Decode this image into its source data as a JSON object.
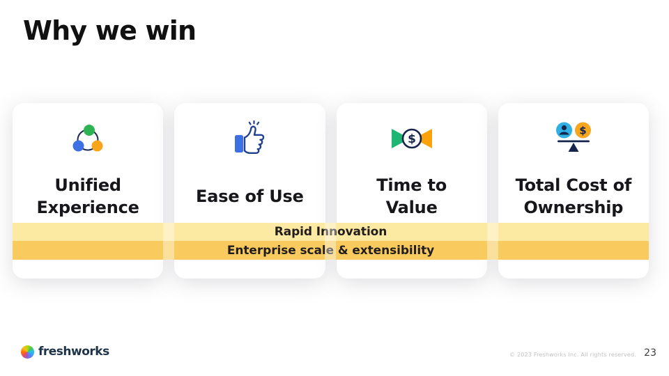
{
  "slide": {
    "title": "Why we win"
  },
  "cards": [
    {
      "title_lines": [
        "Unified",
        "Experience"
      ],
      "icon": "unified-experience-icon"
    },
    {
      "title_lines": [
        "Ease of Use"
      ],
      "icon": "thumbs-up-icon"
    },
    {
      "title_lines": [
        "Time to",
        "Value"
      ],
      "icon": "time-to-value-icon"
    },
    {
      "title_lines": [
        "Total Cost of",
        "Ownership"
      ],
      "icon": "balance-scale-icon"
    }
  ],
  "banners": [
    {
      "label": "Rapid Innovation",
      "background": "#FCE9A2"
    },
    {
      "label": "Enterprise scale & extensibility",
      "background": "#F9CB5F"
    }
  ],
  "footer": {
    "logo_text": "freshworks",
    "copyright": "© 2023 Freshworks Inc. All rights reserved.",
    "page_number": "23"
  },
  "colors": {
    "accent_green": "#2EB353",
    "accent_emerald": "#1FB573",
    "accent_blue": "#3D6FE5",
    "accent_sky_blue": "#2FAFE3",
    "accent_orange": "#F9A51A",
    "accent_navy": "#15254C",
    "banner_light": "#FCE9A2",
    "banner_dark": "#F9CB5F"
  }
}
